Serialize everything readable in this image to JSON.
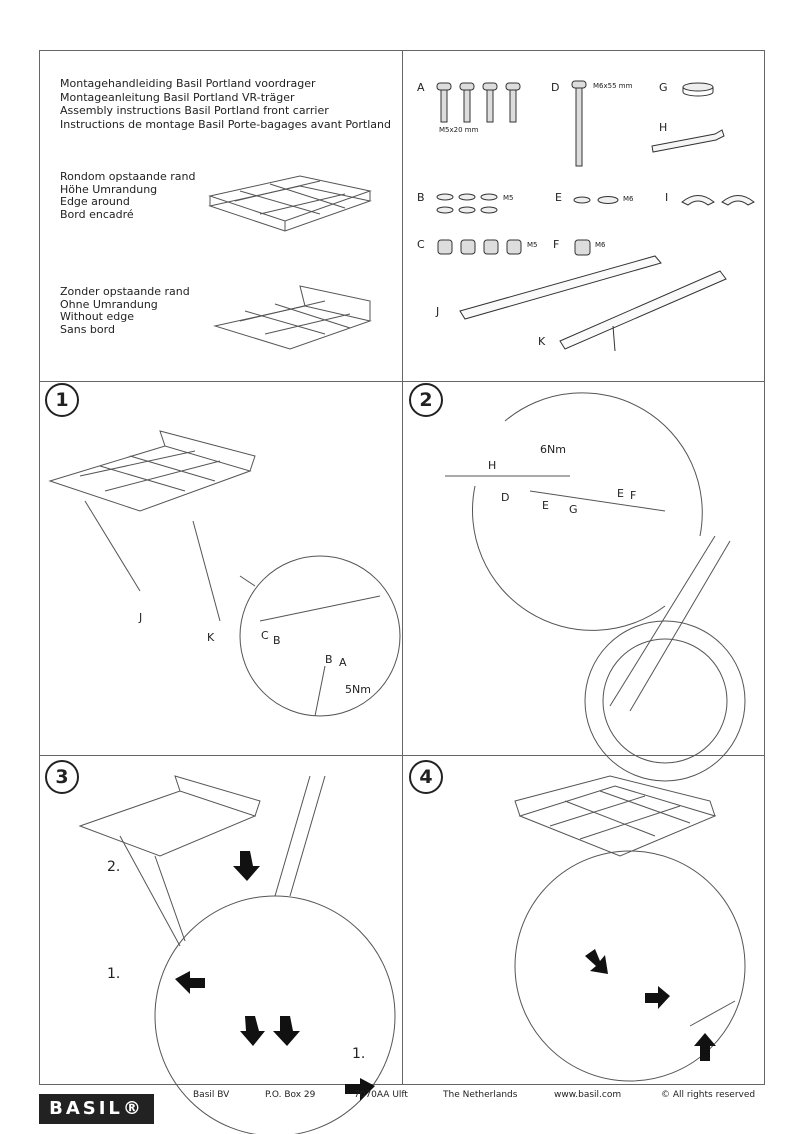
{
  "title_lines": [
    "Montagehandleiding Basil Portland voordrager",
    "Montageanleitung Basil Portland VR-träger",
    "Assembly instructions Basil Portland front carrier",
    "Instructions de montage Basil Porte-bagages avant Portland"
  ],
  "edge_around": [
    "Rondom opstaande rand",
    "Höhe Umrandung",
    "Edge around",
    "Bord encadré"
  ],
  "without_edge": [
    "Zonder opstaande rand",
    "Ohne Umrandung",
    "Without edge",
    "Sans bord"
  ],
  "parts": {
    "A": "A",
    "B": "B",
    "C": "C",
    "D": "D",
    "E": "E",
    "F": "F",
    "G": "G",
    "H": "H",
    "I": "I",
    "J": "J",
    "K": "K",
    "m5x20": "M5x20 mm",
    "m6x55": "M6x55 mm",
    "m5_b": "M5",
    "m6_e": "M6",
    "m5_c": "M5",
    "m6_f": "M6"
  },
  "steps": {
    "s1": "1",
    "s2": "2",
    "s3": "3",
    "s4": "4",
    "torque1": "5Nm",
    "torque2": "6Nm",
    "step3_a": "2.",
    "step3_b": "1.",
    "step3_c": "1."
  },
  "footer": {
    "company": "Basil BV",
    "pobox": "P.O. Box 29",
    "city": "7070AA Ulft",
    "country": "The Netherlands",
    "web": "www.basil.com",
    "rights": "© All rights reserved"
  },
  "logo": "BASIL®"
}
